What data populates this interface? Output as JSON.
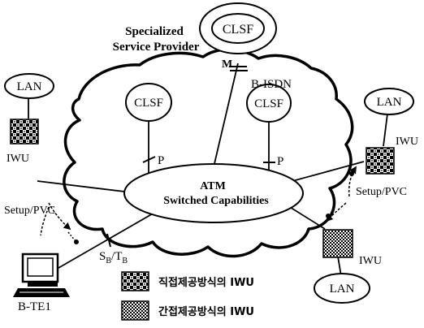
{
  "labels": {
    "provider_line1": "Specialized",
    "provider_line2": "Service Provider",
    "bisdn": "B-ISDN",
    "atm_line1": "ATM",
    "atm_line2": "Switched Capabilities",
    "clsf_top": "CLSF",
    "clsf_left": "CLSF",
    "clsf_right": "CLSF",
    "if_m": "M",
    "if_p_left": "P",
    "if_p_right": "P",
    "lan_left": "LAN",
    "lan_right": "LAN",
    "lan_bottom": "LAN",
    "iwu_left": "IWU",
    "iwu_right": "IWU",
    "iwu_bottom": "IWU",
    "setup_left": "Setup/PVC",
    "setup_right": "Setup/PVC",
    "sbtb_s": "S",
    "sbtb_b1": "B",
    "sbtb_slash": "/",
    "sbtb_t": "T",
    "sbtb_b2": "B",
    "bte1": "B-TE1"
  },
  "legend": [
    {
      "pattern": "checker",
      "text": "직접제공방식의 IWU"
    },
    {
      "pattern": "dense-checker",
      "text": "간접제공방식의 IWU"
    }
  ]
}
